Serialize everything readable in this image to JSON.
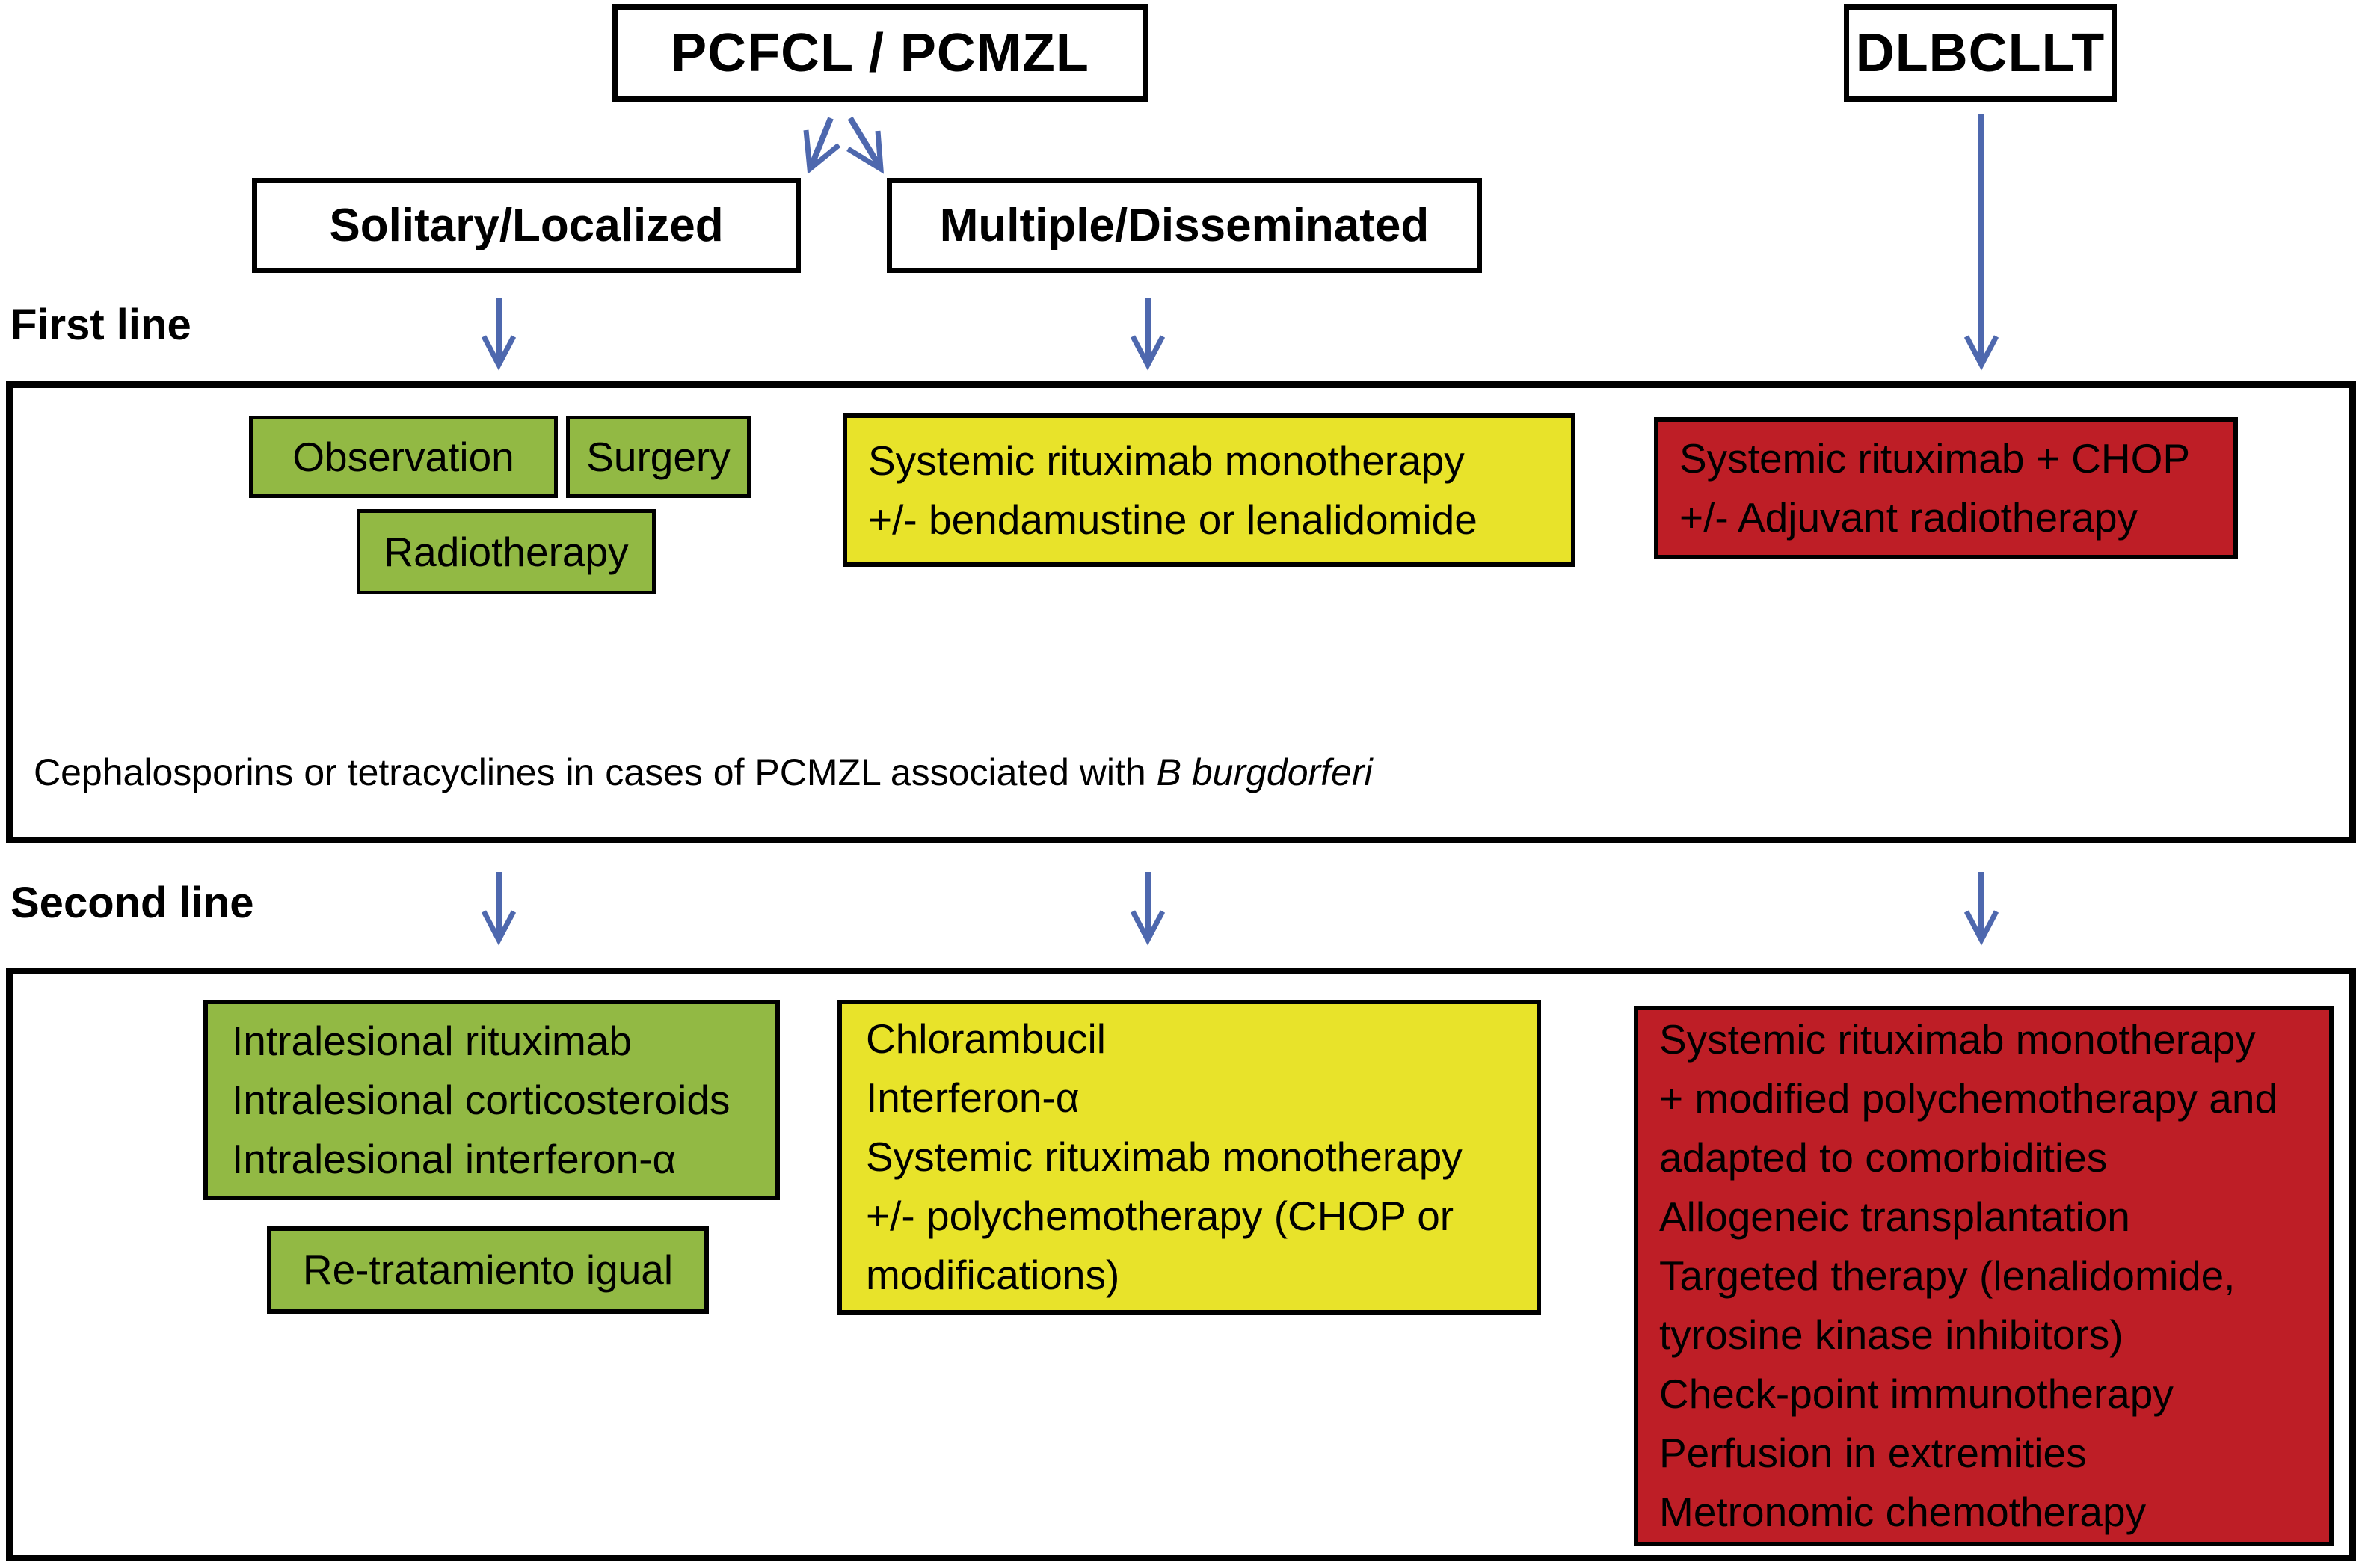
{
  "palette": {
    "green": "#92B944",
    "yellow": "#E8E32A",
    "red": "#BE1E26",
    "blue": "#4E68AE",
    "border": "#000000",
    "background": "#FFFFFF"
  },
  "nodes": {
    "pcfcl": "PCFCL / PCMZL",
    "dlbcllt": "DLBCLLT",
    "solitary": "Solitary/Localized",
    "multiple": "Multiple/Disseminated"
  },
  "sections": {
    "first": "First line",
    "second": "Second line"
  },
  "first_line": {
    "observation": "Observation",
    "surgery": "Surgery",
    "radiotherapy": "Radiotherapy",
    "multiple_tx": "Systemic rituximab monotherapy\n+/- bendamustine or lenalidomide",
    "dlbcllt_tx": "Systemic rituximab + CHOP\n+/- Adjuvant radiotherapy",
    "note_text": "Cephalosporins or tetracyclines in cases of PCMZL associated with ",
    "note_species": "B burgdorferi"
  },
  "second_line": {
    "solitary_tx": "Intralesional rituximab\nIntralesional corticosteroids\nIntralesional interferon-α",
    "retreat": "Re-tratamiento igual",
    "multiple_tx": "Chlorambucil\nInterferon-α\nSystemic rituximab monotherapy\n+/- polychemotherapy (CHOP or\nmodifications)",
    "dlbcllt_tx": "Systemic rituximab monotherapy\n+ modified polychemotherapy and\nadapted to comorbidities\nAllogeneic transplantation\nTargeted therapy (lenalidomide,\ntyrosine kinase inhibitors)\nCheck-point immunotherapy\nPerfusion in extremities\nMetronomic chemotherapy"
  }
}
